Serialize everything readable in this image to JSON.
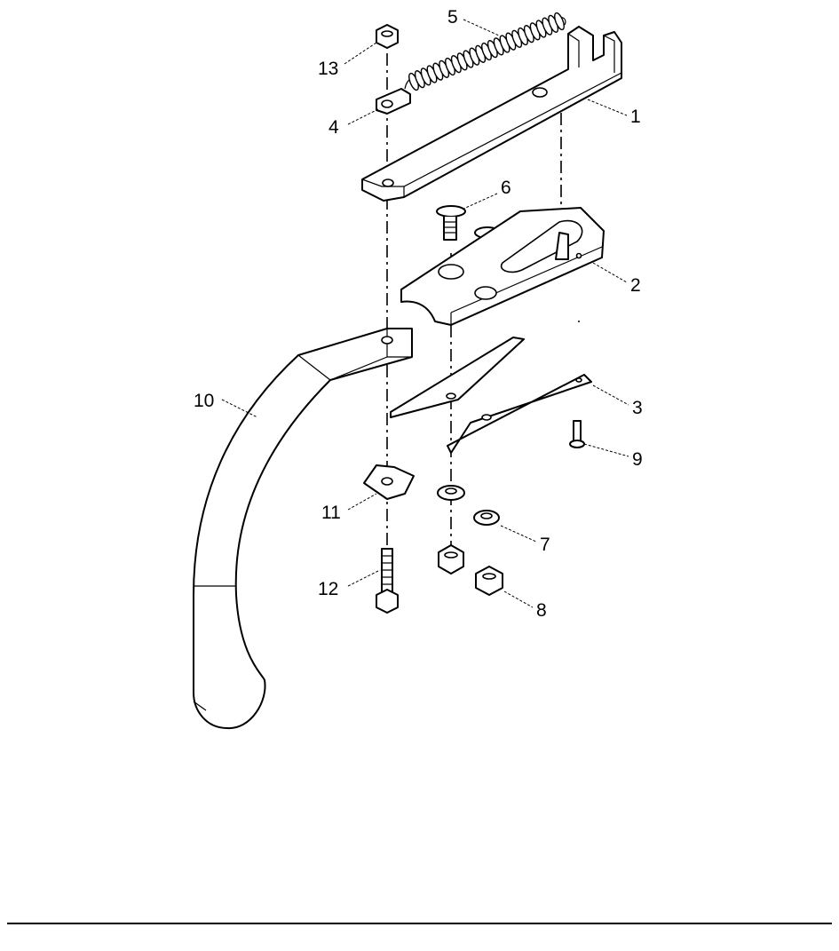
{
  "diagram": {
    "callouts": [
      {
        "id": "1",
        "text": "1"
      },
      {
        "id": "2",
        "text": "2"
      },
      {
        "id": "3",
        "text": "3"
      },
      {
        "id": "4",
        "text": "4"
      },
      {
        "id": "5",
        "text": "5"
      },
      {
        "id": "6",
        "text": "6"
      },
      {
        "id": "7",
        "text": "7"
      },
      {
        "id": "8",
        "text": "8"
      },
      {
        "id": "9",
        "text": "9"
      },
      {
        "id": "10",
        "text": "10"
      },
      {
        "id": "11",
        "text": "11"
      },
      {
        "id": "12",
        "text": "12"
      },
      {
        "id": "13",
        "text": "13"
      }
    ],
    "parts": [
      {
        "callout": "1",
        "depicts": "slotted mounting bar"
      },
      {
        "callout": "2",
        "depicts": "mounting plate"
      },
      {
        "callout": "3",
        "depicts": "blade"
      },
      {
        "callout": "4",
        "depicts": "spring eye"
      },
      {
        "callout": "5",
        "depicts": "tension spring"
      },
      {
        "callout": "6",
        "depicts": "countersunk screw"
      },
      {
        "callout": "7",
        "depicts": "washer"
      },
      {
        "callout": "8",
        "depicts": "nut"
      },
      {
        "callout": "9",
        "depicts": "pin"
      },
      {
        "callout": "10",
        "depicts": "curved shank"
      },
      {
        "callout": "11",
        "depicts": "clamp"
      },
      {
        "callout": "12",
        "depicts": "bolt"
      },
      {
        "callout": "13",
        "depicts": "nut"
      }
    ]
  }
}
